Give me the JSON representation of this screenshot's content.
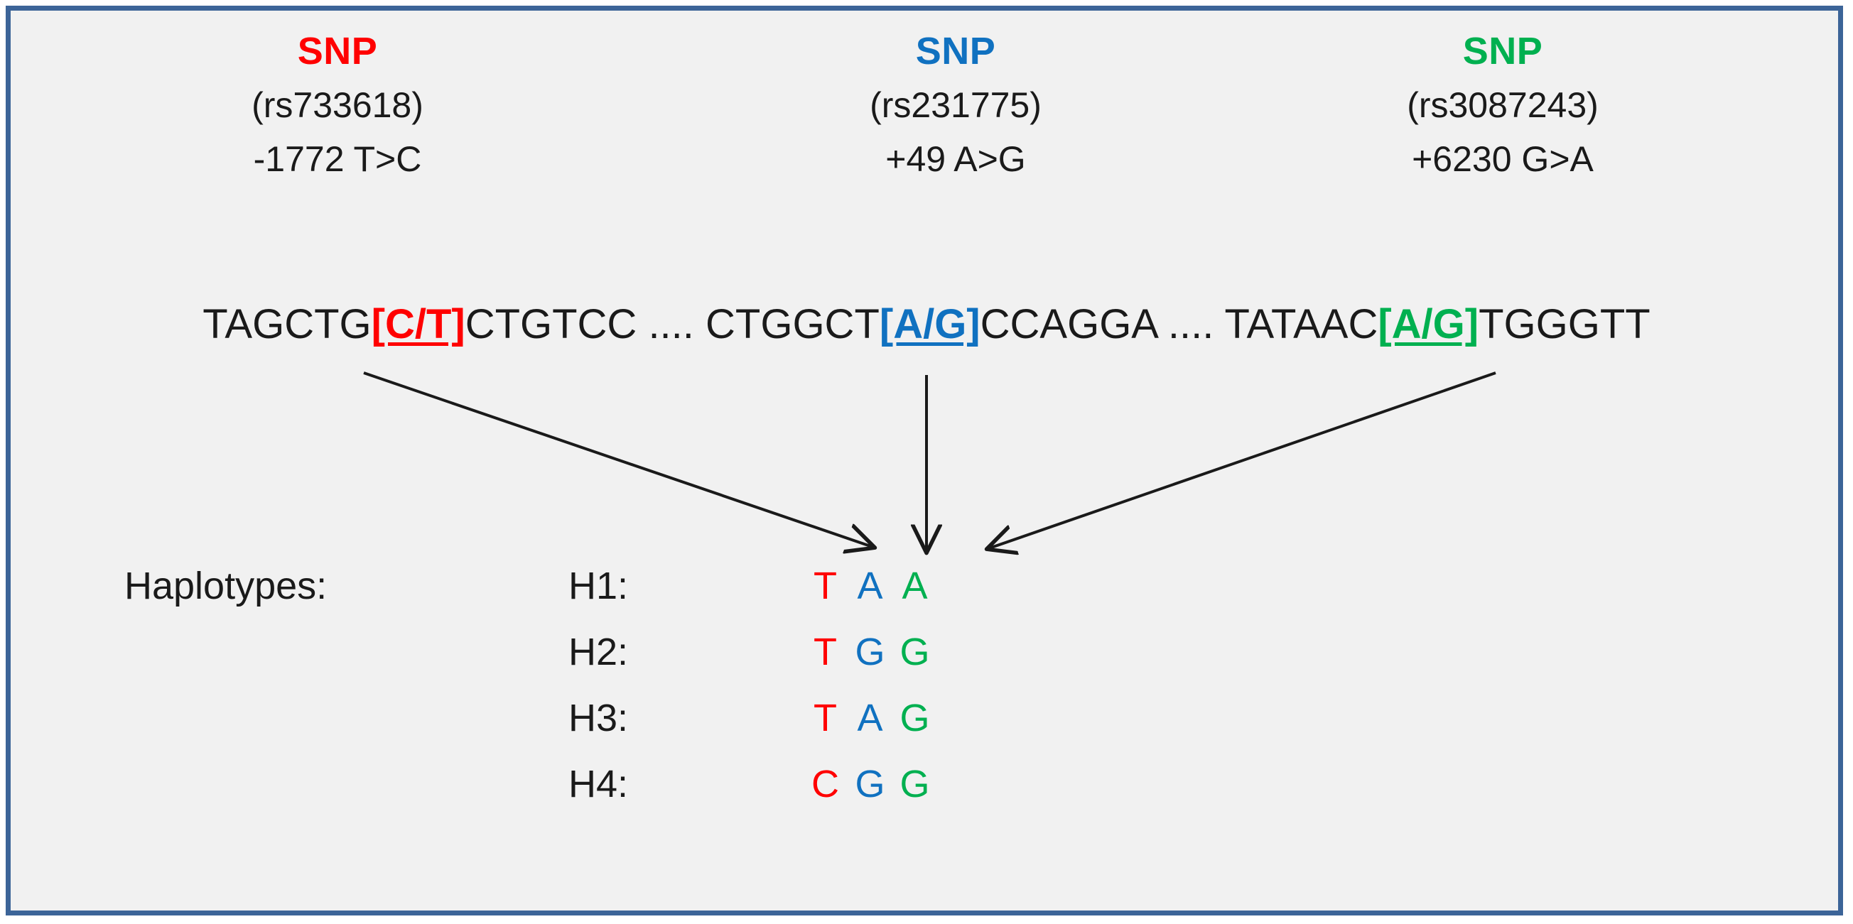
{
  "figure": {
    "border_color": "#3c6498",
    "background_color": "#f1f1f1"
  },
  "colors": {
    "snp1": "#ff0000",
    "snp2": "#1071c0",
    "snp3": "#00b050",
    "text": "#1a1a1a",
    "arrow": "#1a1a1a"
  },
  "snps": [
    {
      "title": "SNP",
      "rsid": "(rs733618)",
      "position": "-1772 T>C",
      "color": "#ff0000"
    },
    {
      "title": "SNP",
      "rsid": "(rs231775)",
      "position": "+49 A>G",
      "color": "#1071c0"
    },
    {
      "title": "SNP",
      "rsid": "(rs3087243)",
      "position": "+6230 G>A",
      "color": "#00b050"
    }
  ],
  "sequence": {
    "full_text": "TAGCTG[C/T]CTGTCC .... CTGGCT[A/G]CCAGGA .... TATAAC[A/G]TGGGTT",
    "parts": {
      "flank1_left": "TAGCTG",
      "allele1": "[C/T]",
      "flank1_right": "CTGTCC",
      "gap1": " .... ",
      "flank2_left": "CTGGCT",
      "allele2": "[A/G]",
      "flank2_right": "CCAGGA",
      "gap2": " .... ",
      "flank3_left": "TATAAC",
      "allele3": "[A/G]",
      "flank3_right": "TGGGTT"
    }
  },
  "haplotypes": {
    "label": "Haplotypes:",
    "rows": [
      {
        "name": "H1:",
        "alleles": [
          "T",
          "A",
          "A"
        ]
      },
      {
        "name": "H2:",
        "alleles": [
          "T",
          "G",
          "G"
        ]
      },
      {
        "name": "H3:",
        "alleles": [
          "T",
          "A",
          "G"
        ]
      },
      {
        "name": "H4:",
        "alleles": [
          "C",
          "G",
          "G"
        ]
      }
    ]
  },
  "arrows": [
    {
      "name": "arrow-snp1-to-haplotype",
      "from": "snp1-allele",
      "to": "haplotype-column-1"
    },
    {
      "name": "arrow-snp2-to-haplotype",
      "from": "snp2-allele",
      "to": "haplotype-column-2"
    },
    {
      "name": "arrow-snp3-to-haplotype",
      "from": "snp3-allele",
      "to": "haplotype-column-3"
    }
  ]
}
